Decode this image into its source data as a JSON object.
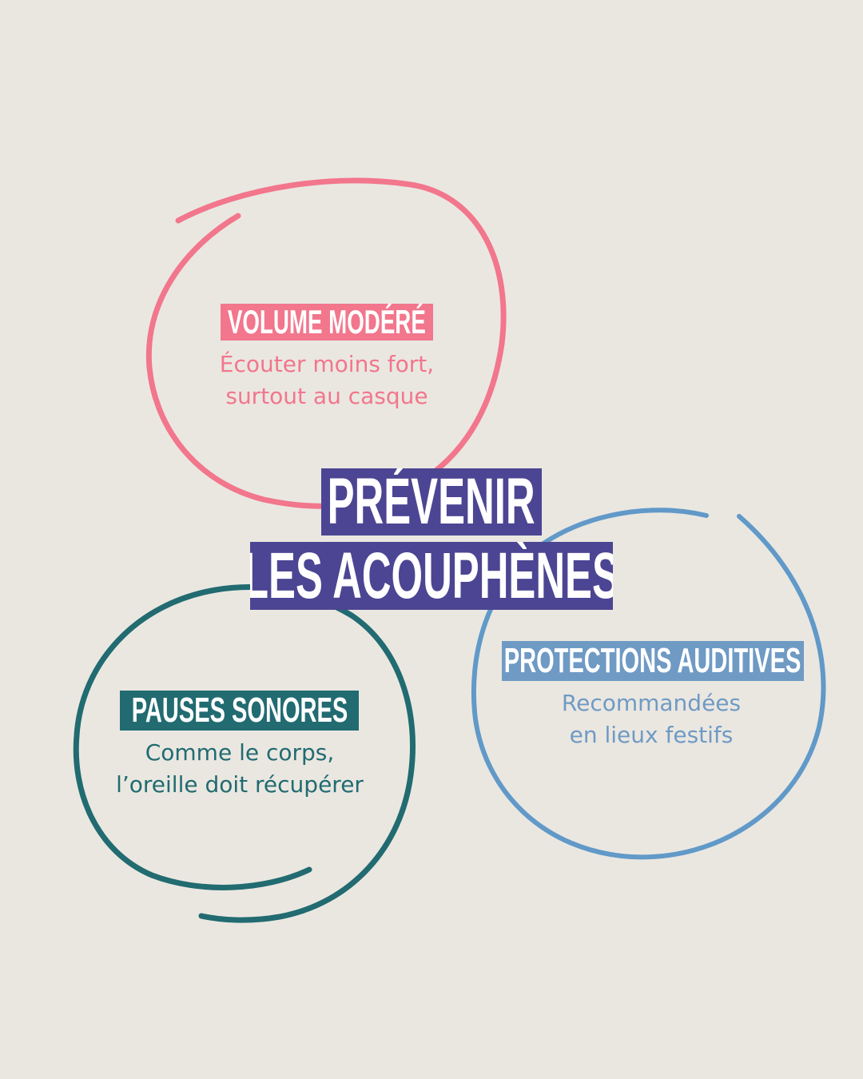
{
  "title": {
    "line1": "PRÉVENIR",
    "line2": "LES ACOUPHÈNES",
    "color": "#4c4593"
  },
  "bubbles": [
    {
      "id": "volume",
      "tag": "VOLUME MODÉRÉ",
      "desc_line1": "Écouter moins fort,",
      "desc_line2": "surtout au casque",
      "color": "#f2768c"
    },
    {
      "id": "pauses",
      "tag": "PAUSES SONORES",
      "desc_line1": "Comme le corps,",
      "desc_line2": "l’oreille doit récupérer",
      "color": "#216b71"
    },
    {
      "id": "protections",
      "tag": "PROTECTIONS AUDITIVES",
      "desc_line1": "Recommandées",
      "desc_line2": "en lieux festifs",
      "color": "#6f9ac4",
      "ring_color": "#6199c8"
    }
  ],
  "background": "#eae7e1"
}
